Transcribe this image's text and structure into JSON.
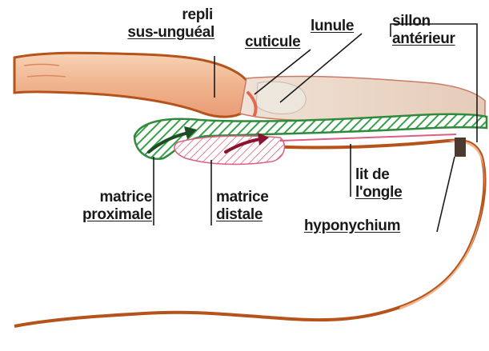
{
  "labels": {
    "repli": "repli",
    "sus_ungueal": "sus-unguéal",
    "lunule": "lunule",
    "cuticule": "cuticule",
    "sillon": "sillon",
    "anterieur": "antérieur",
    "lit_de": "lit de",
    "l_ongle": "l'ongle",
    "matrice_proximale_1": "matrice",
    "matrice_proximale_2": "proximale",
    "matrice_distale_1": "matrice",
    "matrice_distale_2": "distale",
    "hyponychium": "hyponychium"
  },
  "colors": {
    "skin": "#f0b48e",
    "skin_highlight": "#f8d2b6",
    "outline": "#b5531a",
    "nail_plate": "#ead5c6",
    "lunula": "#ece6dd",
    "matrix_green": "#3aa04a",
    "matrix_pink": "#d96080",
    "arrow_dark": "#1d4d22",
    "arrow_red": "#8a1430"
  }
}
